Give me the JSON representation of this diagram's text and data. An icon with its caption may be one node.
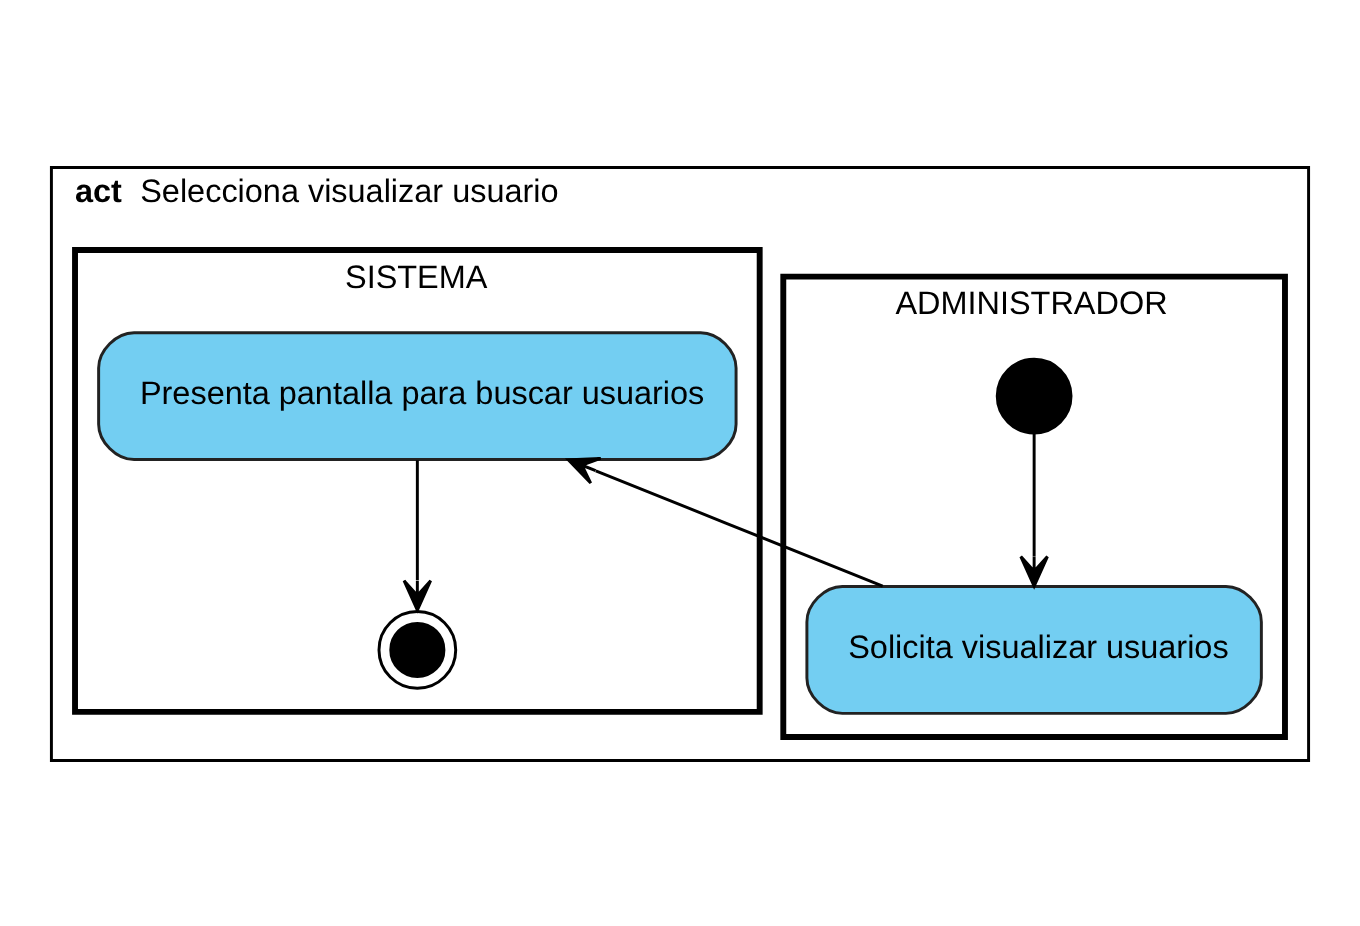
{
  "diagram": {
    "nodes": [
      {
        "text": [
          "act",
          "Selecciona visualizar usuario"
        ]
      },
      {
        "text": [
          "ADMINISTRADOR"
        ],
        "in": 0
      },
      {
        "text": [
          "SISTEMA"
        ],
        "in": 0
      },
      {
        "text": [],
        "shape": "circle",
        "in": 1
      },
      {
        "text": [
          "Solicita visualizar usuarios"
        ],
        "in": 1
      },
      {
        "text": [
          "Presenta pantalla para buscar usuarios"
        ],
        "in": 2
      },
      {
        "text": [],
        "shape": "bullseye",
        "in": 2
      }
    ],
    "edges": [
      {
        "from": 3,
        "to": 4,
        "arrow": "to"
      },
      {
        "from": 4,
        "to": 5,
        "arrow": "to"
      },
      {
        "from": 5,
        "to": 6,
        "arrow": "to"
      }
    ]
  }
}
